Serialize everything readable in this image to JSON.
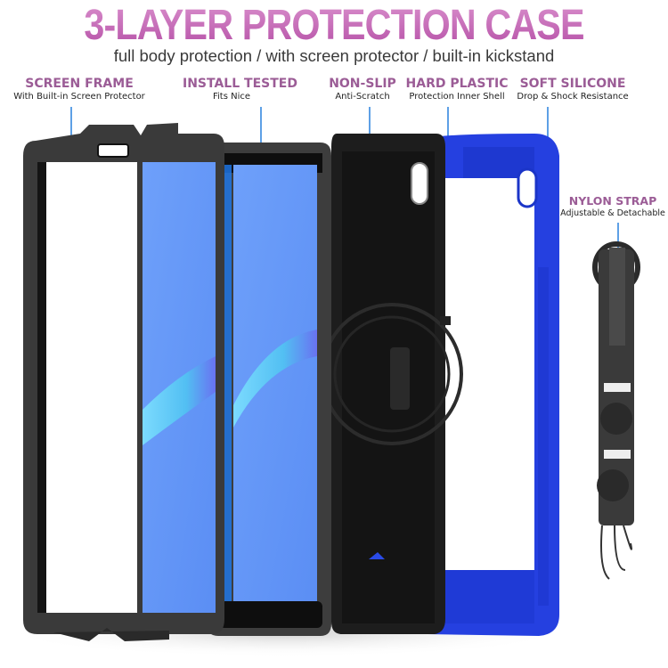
{
  "header": {
    "title": "3-LAYER PROTECTION CASE",
    "subtitle": "full body protection / with screen protector / built-in kickstand"
  },
  "callouts": [
    {
      "heading": "SCREEN FRAME",
      "detail": "With Built-in Screen Protector"
    },
    {
      "heading": "INSTALL TESTED",
      "detail": "Fits Nice"
    },
    {
      "heading": "NON-SLIP",
      "detail": "Anti-Scratch"
    },
    {
      "heading": "HARD PLASTIC",
      "detail": "Protection Inner Shell"
    },
    {
      "heading": "SOFT SILICONE",
      "detail": "Drop & Shock Resistance"
    },
    {
      "heading": "NYLON STRAP",
      "detail": "Adjustable & Detachable"
    }
  ],
  "colors": {
    "title_pink": "#c866b8",
    "heading_purple": "#9b5c96",
    "leader_blue": "#5ea0e6",
    "silicone_blue": "#1f3fe0",
    "screen_blue": "#6a9cf8",
    "frame_dark": "#3b3b3b"
  }
}
